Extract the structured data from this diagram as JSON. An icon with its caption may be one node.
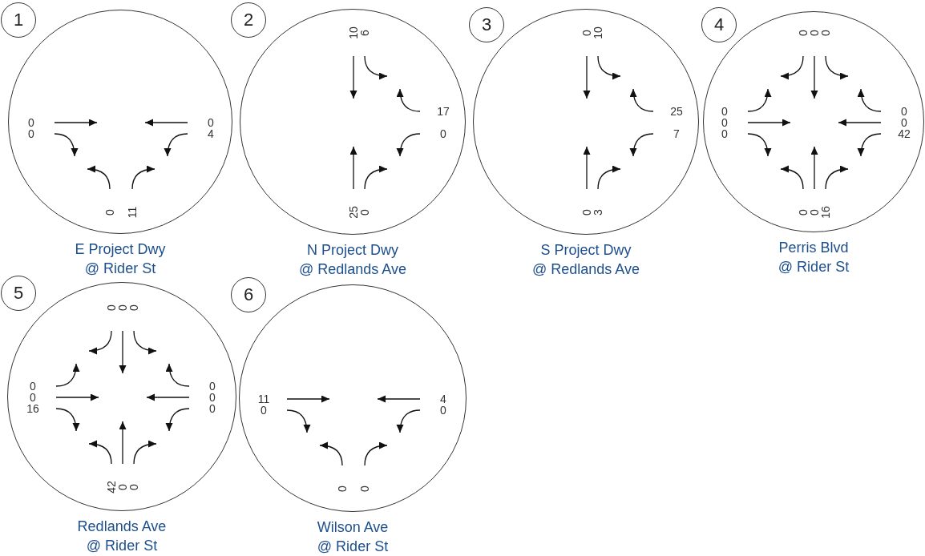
{
  "diagram": {
    "nodes": [
      {
        "text": [
          "1"
        ]
      },
      {
        "text": [
          "0",
          "0",
          "0",
          "4",
          "0",
          "11"
        ],
        "beside": [
          "E Project Dwy @ Rider St"
        ]
      },
      {
        "text": [
          "2"
        ]
      },
      {
        "text": [
          "10",
          "6",
          "17",
          "0",
          "25",
          "0"
        ],
        "beside": [
          "N Project Dwy @ Redlands Ave"
        ]
      },
      {
        "text": [
          "3"
        ]
      },
      {
        "text": [
          "0",
          "10",
          "25",
          "7",
          "0",
          "3"
        ],
        "beside": [
          "S Project Dwy @ Redlands Ave"
        ]
      },
      {
        "text": [
          "4"
        ]
      },
      {
        "text": [
          "0",
          "0",
          "0",
          "0",
          "0",
          "0",
          "0",
          "0",
          "42",
          "0",
          "0",
          "16"
        ],
        "beside": [
          "Perris Blvd @ Rider St"
        ]
      },
      {
        "text": [
          "5"
        ]
      },
      {
        "text": [
          "0",
          "0",
          "0",
          "0",
          "0",
          "16",
          "0",
          "0",
          "0",
          "42",
          "0",
          "0"
        ],
        "beside": [
          "Redlands Ave @ Rider St"
        ]
      },
      {
        "text": [
          "6"
        ]
      },
      {
        "text": [
          "11",
          "0",
          "4",
          "0",
          "0",
          "0"
        ],
        "beside": [
          "Wilson Ave @ Rider St"
        ]
      }
    ]
  }
}
